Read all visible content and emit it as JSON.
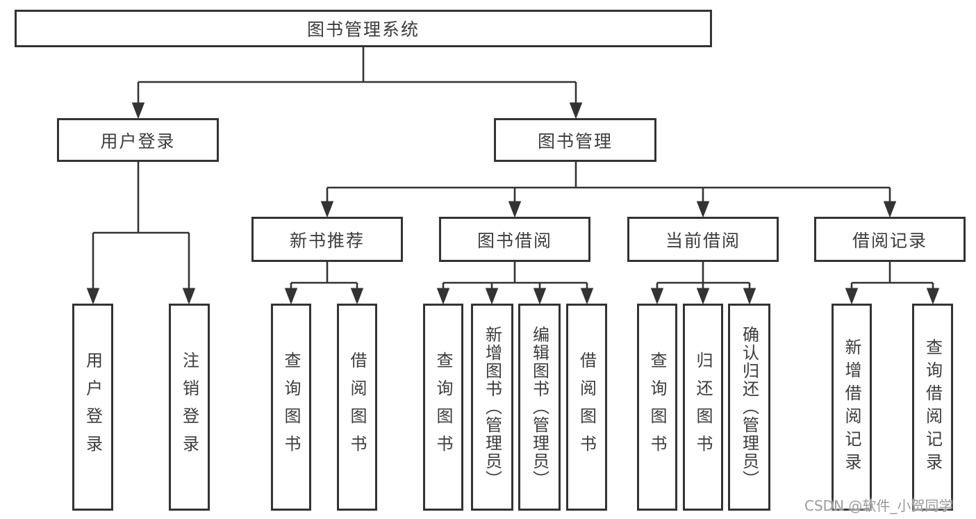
{
  "tree": {
    "label": "图书管理系统",
    "children": [
      {
        "label": "用户登录",
        "children": [
          {
            "label": "用户登录"
          },
          {
            "label": "注销登录"
          }
        ]
      },
      {
        "label": "图书管理",
        "children": [
          {
            "label": "新书推荐",
            "children": [
              {
                "label": "查询图书"
              },
              {
                "label": "借阅图书"
              }
            ]
          },
          {
            "label": "图书借阅",
            "children": [
              {
                "label": "查询图书"
              },
              {
                "label": "新增图书（管理员）"
              },
              {
                "label": "编辑图书（管理员）"
              },
              {
                "label": "借阅图书"
              }
            ]
          },
          {
            "label": "当前借阅",
            "children": [
              {
                "label": "查询图书"
              },
              {
                "label": "归还图书"
              },
              {
                "label": "确认归还（管理员）"
              }
            ]
          },
          {
            "label": "借阅记录",
            "children": [
              {
                "label": "新增借阅记录"
              },
              {
                "label": "查询借阅记录"
              }
            ]
          }
        ]
      }
    ]
  },
  "watermark": {
    "text": "CSDN @软件_小贺同学"
  },
  "colors": {
    "line": "#333333",
    "text": "#3c3c3c",
    "watermark": "#9a9a9a",
    "background": "#ffffff"
  }
}
